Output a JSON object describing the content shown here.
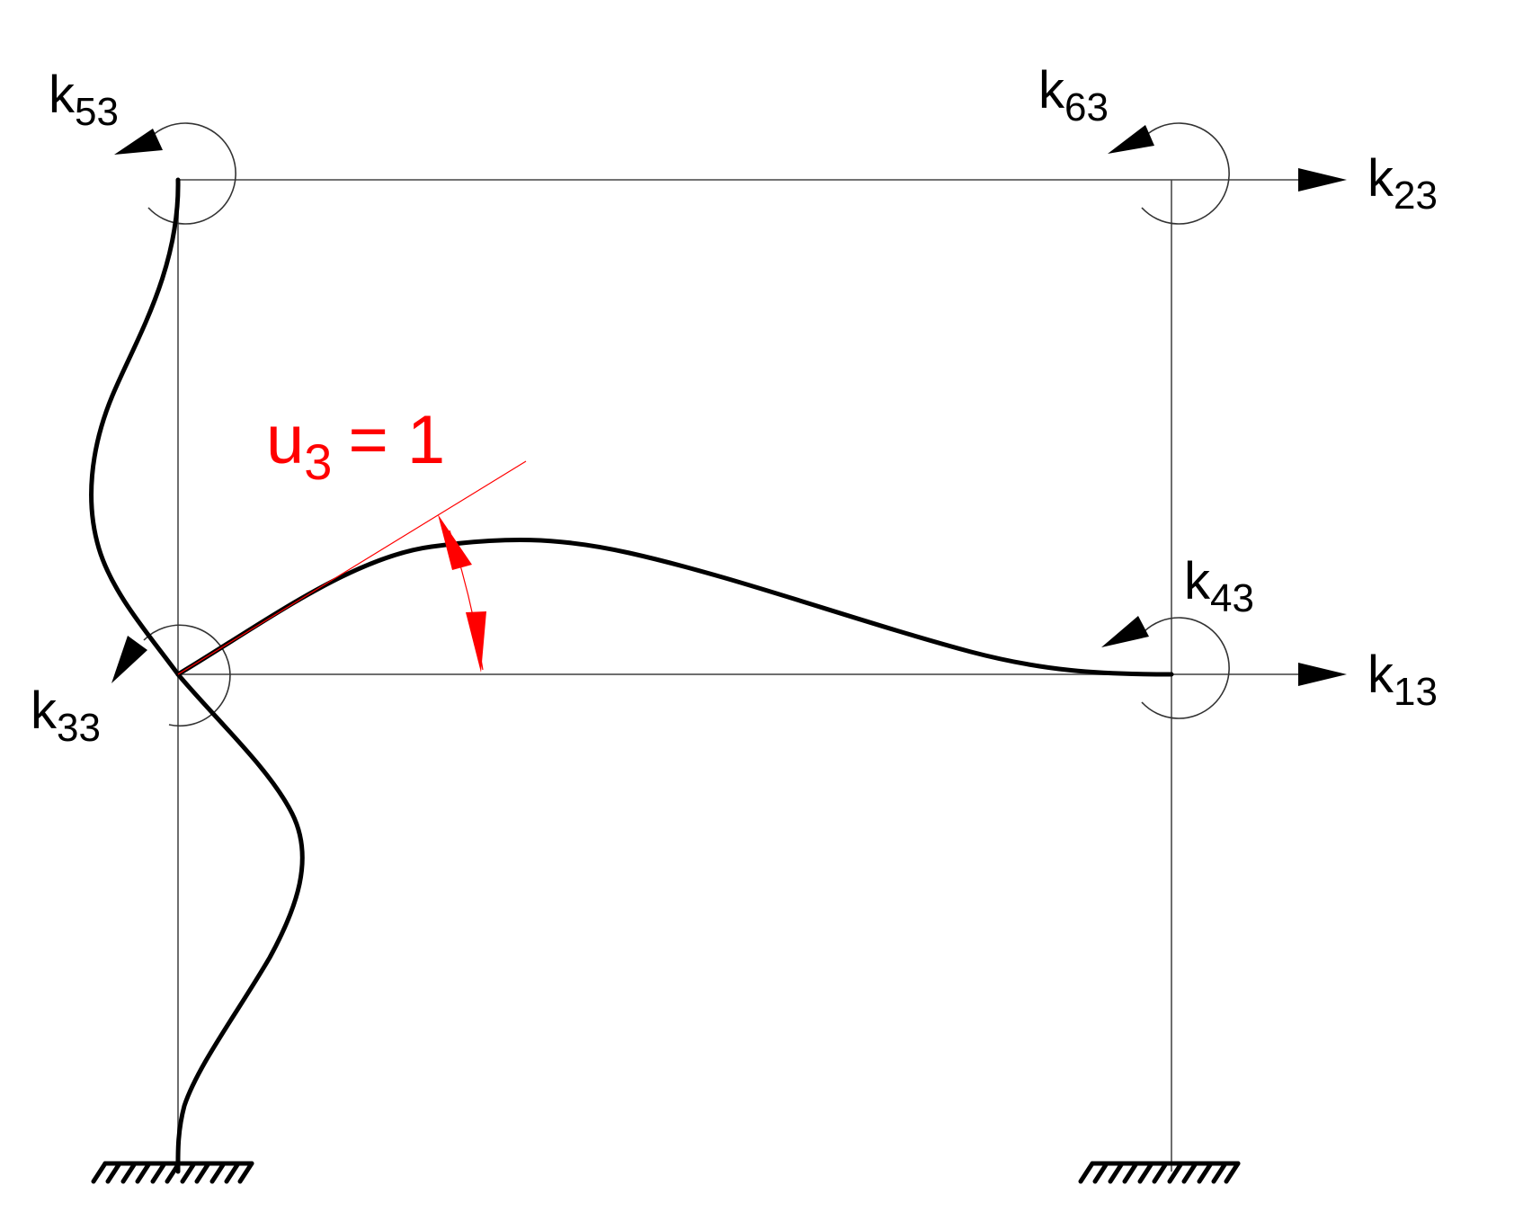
{
  "diagram": {
    "description": "Two-story frame with unit rotation u3 = 1 applied at left middle joint, showing deflected shape and stiffness coefficients",
    "imposed_displacement": {
      "symbol": "u",
      "subscript": "3",
      "equals": "= 1",
      "color": "#ff0000"
    },
    "labels": {
      "k53": {
        "main": "k",
        "sub": "53"
      },
      "k63": {
        "main": "k",
        "sub": "63"
      },
      "k23": {
        "main": "k",
        "sub": "23"
      },
      "k43": {
        "main": "k",
        "sub": "43"
      },
      "k13": {
        "main": "k",
        "sub": "13"
      },
      "k33": {
        "main": "k",
        "sub": "33"
      }
    },
    "supports": [
      {
        "type": "fixed",
        "location": "left-base"
      },
      {
        "type": "fixed",
        "location": "right-base"
      }
    ],
    "colors": {
      "frame": "#6e6e6e",
      "deflected_shape": "#000000",
      "rotation_annotation": "#ff0000"
    }
  }
}
